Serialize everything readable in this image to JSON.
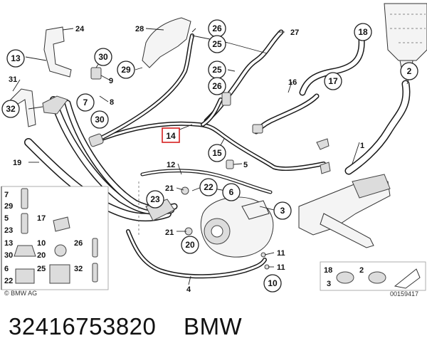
{
  "callouts": {
    "c1": "1",
    "c2": "2",
    "c3": "3",
    "c4": "4",
    "c5": "5",
    "c6": "6",
    "c7": "7",
    "c8": "8",
    "c9": "9",
    "c10": "10",
    "c11a": "11",
    "c11b": "11",
    "c12": "12",
    "c13": "13",
    "c14": "14",
    "c15": "15",
    "c16": "16",
    "c17": "17",
    "c18": "18",
    "c19": "19",
    "c20": "20",
    "c21a": "21",
    "c21b": "21",
    "c22": "22",
    "c23": "23",
    "c24": "24",
    "c25a": "25",
    "c25b": "25",
    "c26a": "26",
    "c26b": "26",
    "c27": "27",
    "c28": "28",
    "c29": "29",
    "c30a": "30",
    "c30b": "30",
    "c31": "31",
    "c32": "32"
  },
  "legend_left": {
    "r1a": "7",
    "r1b": "29",
    "r2a": "5",
    "r2b": "23",
    "r2c": "17",
    "r3a": "13",
    "r3b": "30",
    "r3c": "10",
    "r3d": "20",
    "r3e": "26",
    "r4a": "6",
    "r4b": "22",
    "r4c": "25",
    "r4d": "32"
  },
  "legend_right": {
    "a": "18",
    "b": "3",
    "c": "2"
  },
  "copyright": "© BMW AG",
  "drawing_id": "00159417",
  "caption": "32416753820    BMW"
}
